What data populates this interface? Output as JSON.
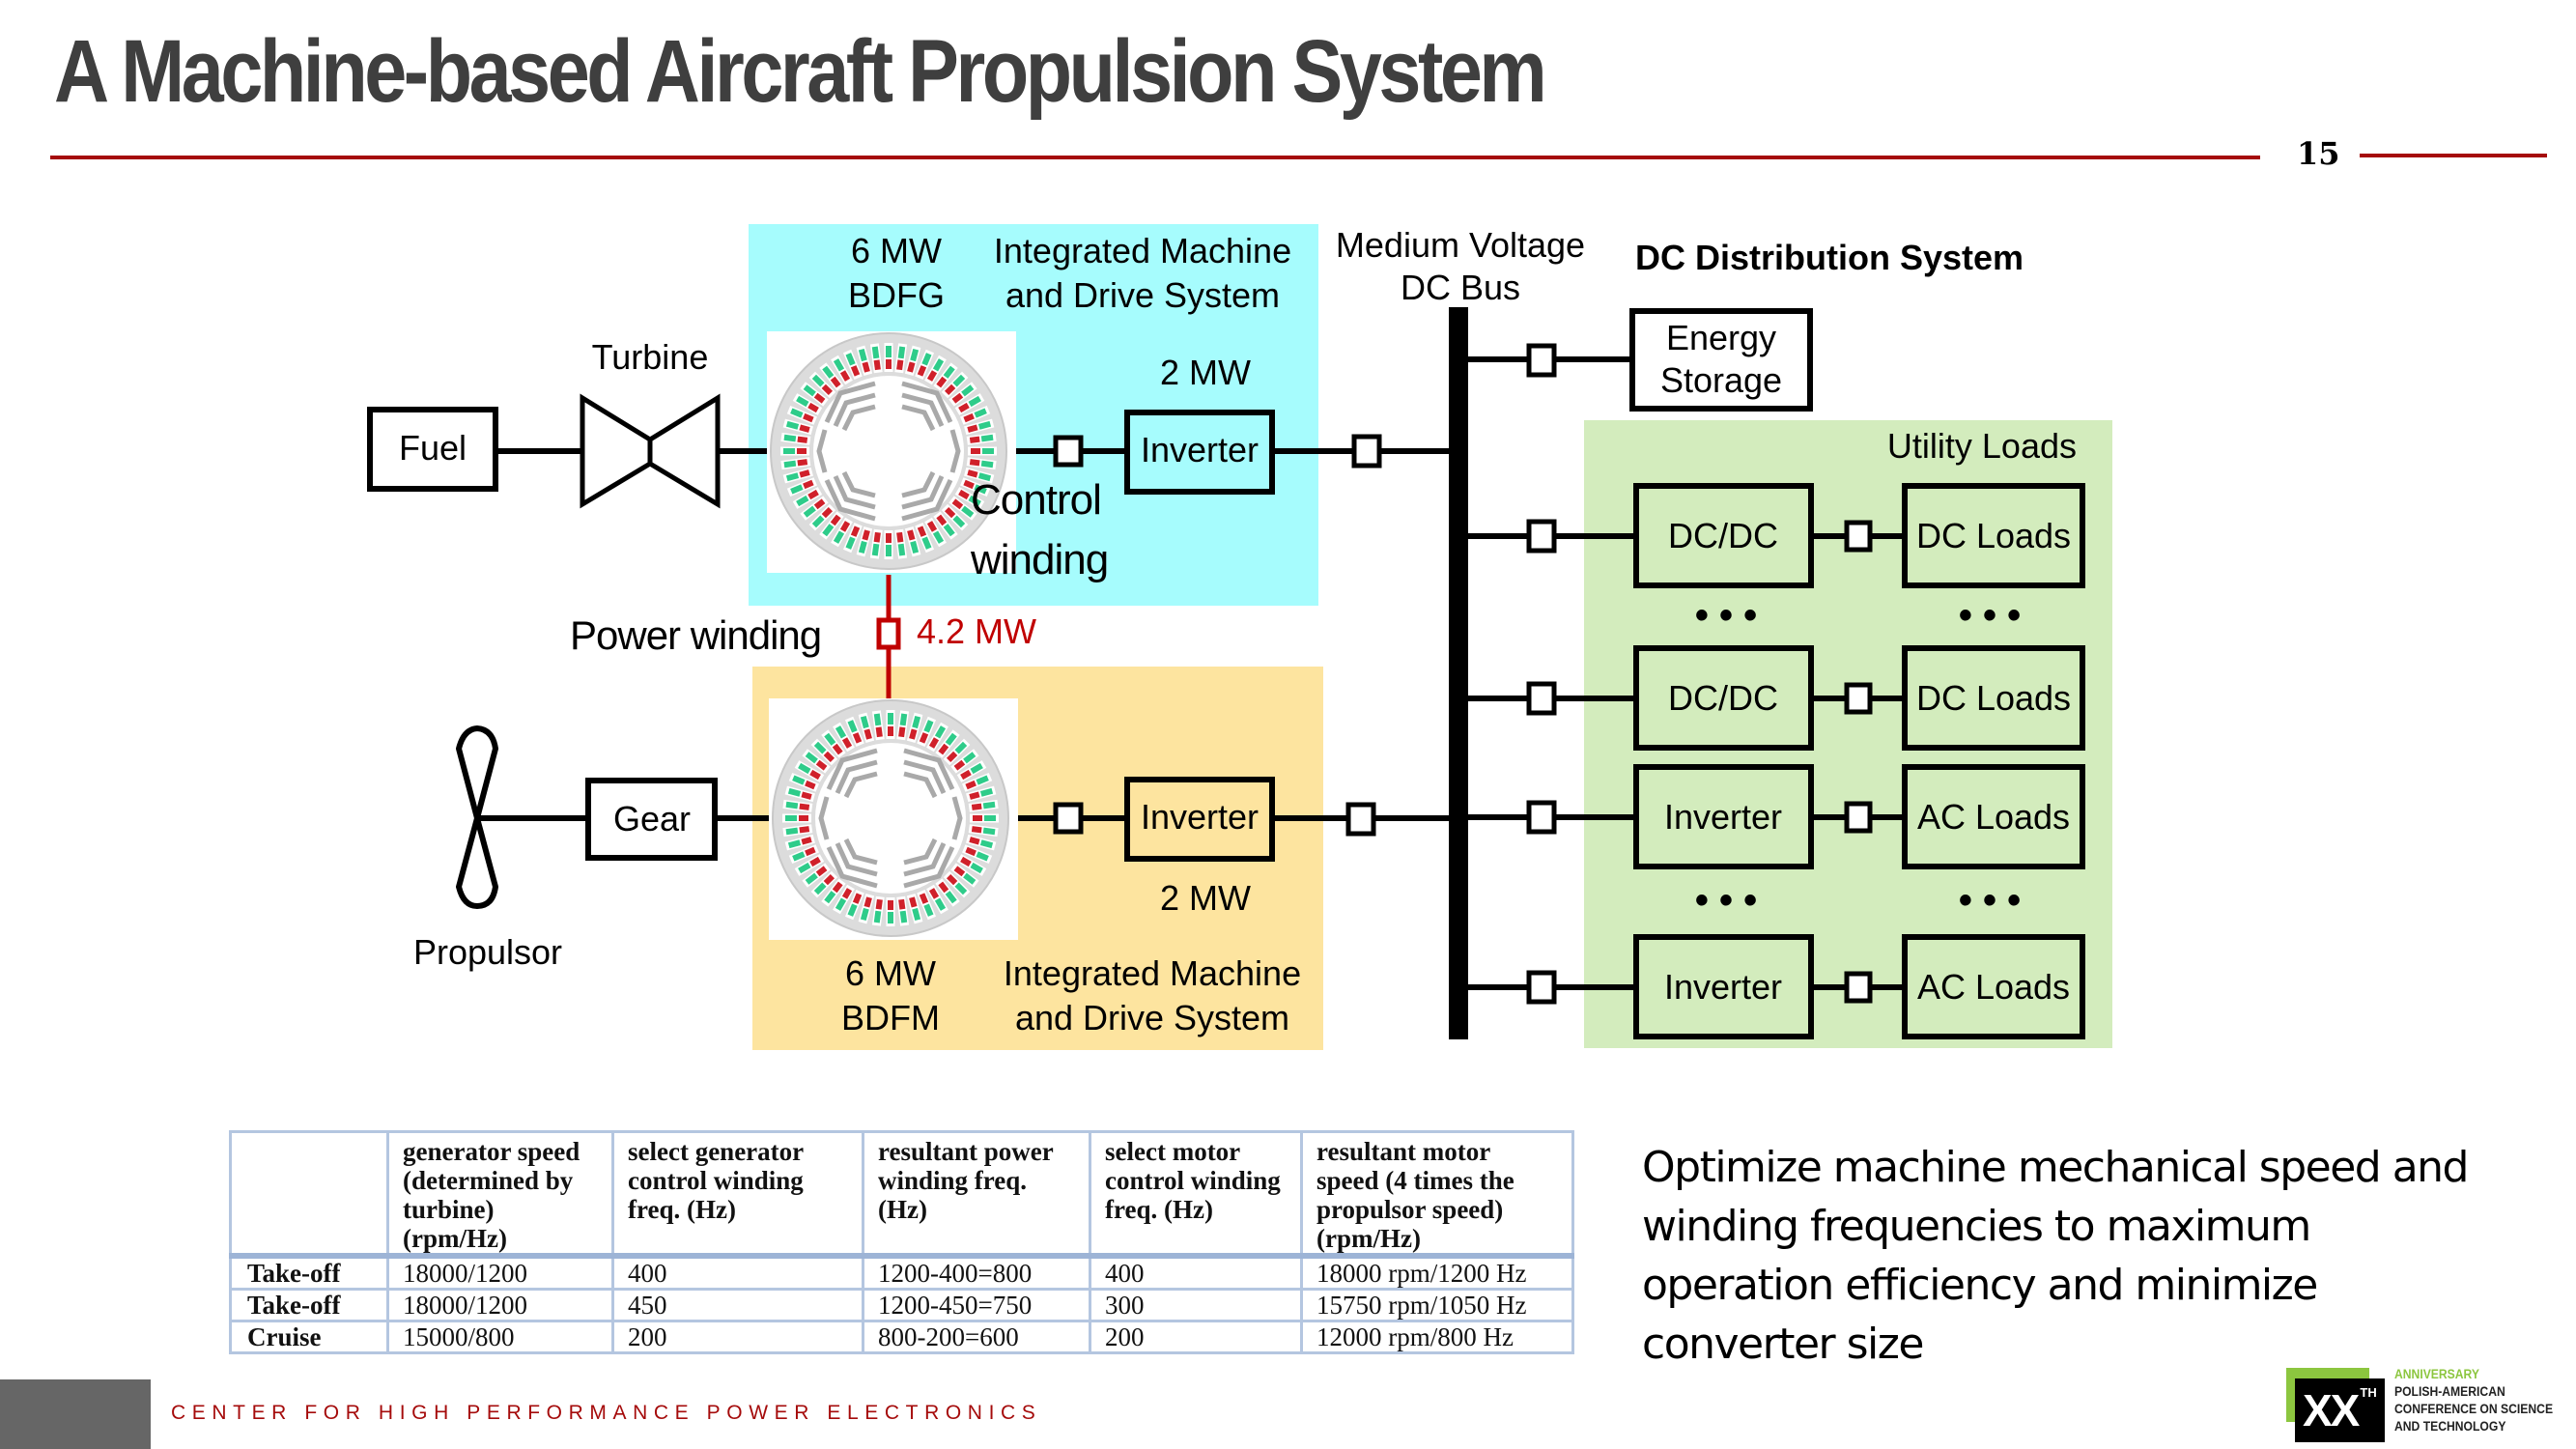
{
  "slide": {
    "title": "A Machine-based Aircraft Propulsion System",
    "page_number": "15",
    "footer": "CENTER FOR HIGH PERFORMANCE POWER ELECTRONICS",
    "note": "Optimize machine mechanical speed and winding frequencies to maximum operation efficiency and minimize converter size"
  },
  "colors": {
    "accent_red": "#a50b0b",
    "generator_box": "#a6fcfd",
    "motor_box": "#fde49f",
    "utility_box": "#d3ecbd",
    "power_winding_line": "#c00000",
    "logo_green": "#8cc63f"
  },
  "diagram": {
    "generator": {
      "rating": "6 MW",
      "type": "BDFG",
      "system_label_1": "Integrated Machine",
      "system_label_2": "and Drive System",
      "inverter_rating": "2 MW",
      "inverter_label": "Inverter"
    },
    "motor": {
      "rating": "6 MW",
      "type": "BDFM",
      "system_label_1": "Integrated Machine",
      "system_label_2": "and Drive System",
      "inverter_rating": "2 MW",
      "inverter_label": "Inverter"
    },
    "fuel_label": "Fuel",
    "turbine_label": "Turbine",
    "gear_label": "Gear",
    "propulsor_label": "Propulsor",
    "control_winding_label_1": "Control",
    "control_winding_label_2": "winding",
    "power_winding_label": "Power winding",
    "power_winding_rating": "4.2 MW",
    "dc_bus_label_1": "Medium Voltage",
    "dc_bus_label_2": "DC Bus",
    "dc_distribution_title": "DC Distribution System",
    "energy_storage_1": "Energy",
    "energy_storage_2": "Storage",
    "utility_loads_title": "Utility Loads",
    "load_rows": [
      {
        "converter": "DC/DC",
        "load": "DC Loads"
      },
      {
        "converter": "DC/DC",
        "load": "DC Loads"
      },
      {
        "converter": "Inverter",
        "load": "AC Loads"
      },
      {
        "converter": "Inverter",
        "load": "AC Loads"
      }
    ],
    "ellipsis": "• • •"
  },
  "table": {
    "headers": [
      "",
      "generator speed (determined by turbine) (rpm/Hz)",
      "select generator control winding freq. (Hz)",
      "resultant power winding freq. (Hz)",
      "select motor control winding freq. (Hz)",
      "resultant motor speed (4 times the propulsor speed) (rpm/Hz)"
    ],
    "rows": [
      [
        "Take-off",
        "18000/1200",
        "400",
        "1200-400=800",
        "400",
        "18000 rpm/1200 Hz"
      ],
      [
        "Take-off",
        "18000/1200",
        "450",
        "1200-450=750",
        "300",
        "15750 rpm/1050 Hz"
      ],
      [
        "Cruise",
        "15000/800",
        "200",
        "800-200=600",
        "200",
        "12000 rpm/800 Hz"
      ]
    ]
  },
  "logo": {
    "mark": "XX",
    "superscript": "TH",
    "line1": "ANNIVERSARY",
    "line2": "POLISH-AMERICAN",
    "line3": "CONFERENCE ON SCIENCE",
    "line4": "AND TECHNOLOGY"
  }
}
